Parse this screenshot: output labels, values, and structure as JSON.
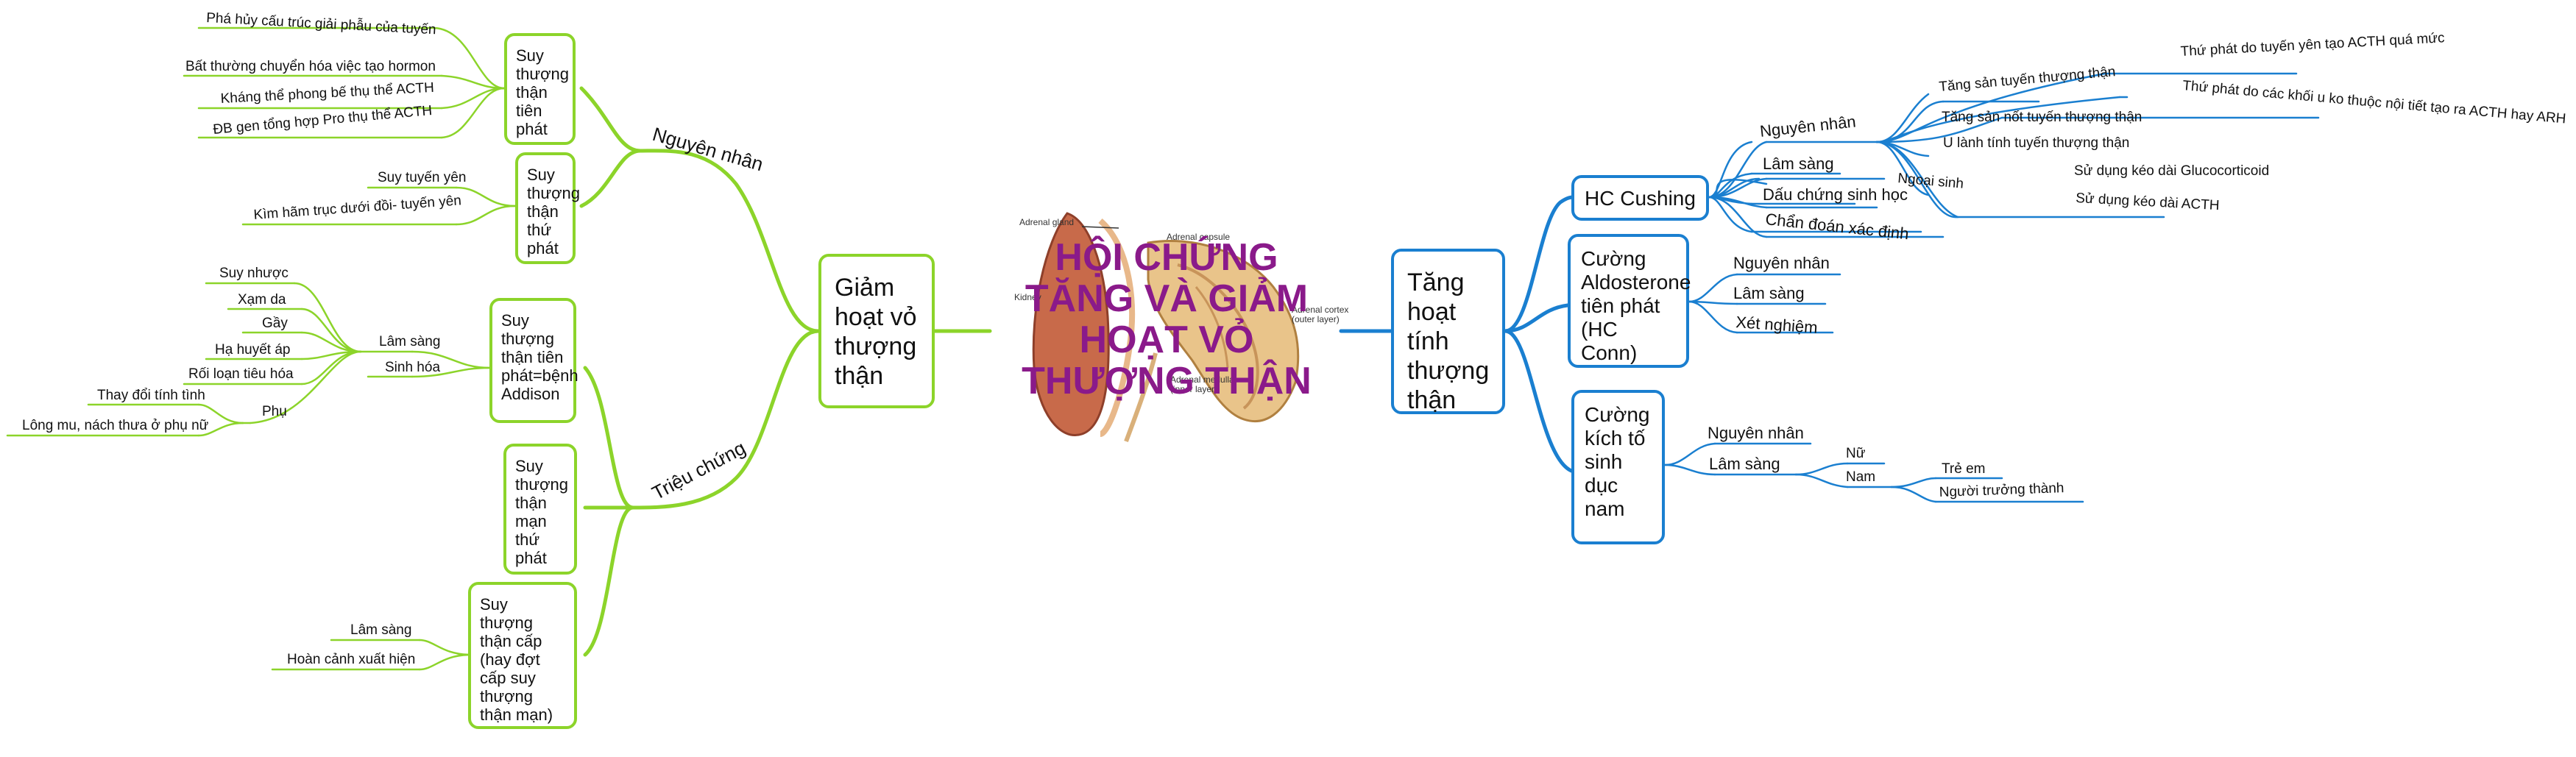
{
  "center": {
    "title": "HỘI CHỨNG\nTĂNG VÀ GIẢM\nHOẠT VỎ\nTHƯỢNG THẬN",
    "image_labels": {
      "adrenal_gland": "Adrenal gland",
      "adrenal_capsule": "Adrenal capsule",
      "adrenal_cortex": "Adrenal cortex\n(outer layer)",
      "adrenal_medulla": "Adrenal medulla\n(inner layer)",
      "kidney": "Kidney"
    }
  },
  "left": {
    "main": "Giảm\nhoạt vỏ\nthượng\nthận",
    "cause_label": "Nguyên nhân",
    "symptom_label": "Triệu chứng",
    "primary": "Suy\nthượng\nthận\ntiên\nphát",
    "primary_causes": [
      "Phá hủy cấu trúc giải phẫu của tuyến",
      "Bất thường chuyển hóa việc tạo hormon",
      "Kháng thể phong bế thụ thể ACTH",
      "ĐB gen tổng hợp Pro thụ thể ACTH"
    ],
    "secondary": "Suy\nthượng\nthận\nthứ\nphát",
    "secondary_causes": [
      "Suy tuyến yên",
      "Kìm hãm trục dưới đồi- tuyến yên"
    ],
    "addison": "Suy\nthượng\nthận tiên\nphát=bệnh\nAddison",
    "addison_clinical": "Lâm sàng",
    "addison_bio": "Sinh hóa",
    "clinical_items": [
      "Suy nhược",
      "Xạm da",
      "Gầy",
      "Hạ huyết áp",
      "Rối loạn tiêu hóa"
    ],
    "minor": "Phụ",
    "minor_items": [
      "Thay đổi tính tình",
      "Lông mu, nách thưa ở phụ nữ"
    ],
    "chronic2": "Suy\nthượng\nthận\nmạn\nthứ\nphát",
    "acute": "Suy\nthượng\nthận cấp\n(hay đợt\ncấp suy\nthượng\nthận mạn)",
    "acute_items": [
      "Lâm sàng",
      "Hoàn cảnh xuất hiện"
    ]
  },
  "right": {
    "main": "Tăng\nhoạt\ntính\nthượng\nthận",
    "cushing": "HC Cushing",
    "cushing_cause": "Nguyên nhân",
    "cushing_hyperplasia": "Tăng sản tuyến thượng thận",
    "hyperplasia_items": [
      "Thứ phát do tuyến yên tạo ACTH quá mức",
      "Thứ phát do các khối u ko thuộc nội tiết tạo ra ACTH hay ARH"
    ],
    "cushing_nodular": "Tăng sản nốt tuyến thượng thận",
    "cushing_tumor": "U lành tính tuyến thượng thận",
    "cushing_exo": "Ngoại sinh",
    "exo_items": [
      "Sử dụng kéo dài Glucocorticoid",
      "Sử dụng kéo dài ACTH"
    ],
    "cushing_other": [
      "Lâm sàng",
      "Dấu chứng sinh học",
      "Chẩn đoán xác định"
    ],
    "conn": "Cường\nAldosterone\ntiên phát\n(HC Conn)",
    "conn_items": [
      "Nguyên nhân",
      "Lâm sàng",
      "Xét nghiệm"
    ],
    "andro": "Cường\nkích tố\nsinh\ndục\nnam",
    "andro_cause": "Nguyên nhân",
    "andro_clinical": "Lâm sàng",
    "female": "Nữ",
    "male": "Nam",
    "male_items": [
      "Trẻ em",
      "Người trưởng thành"
    ]
  },
  "colors": {
    "left_branch": "#8cd42a",
    "right_branch": "#1a7fd0",
    "title": "#8a1a8a"
  }
}
